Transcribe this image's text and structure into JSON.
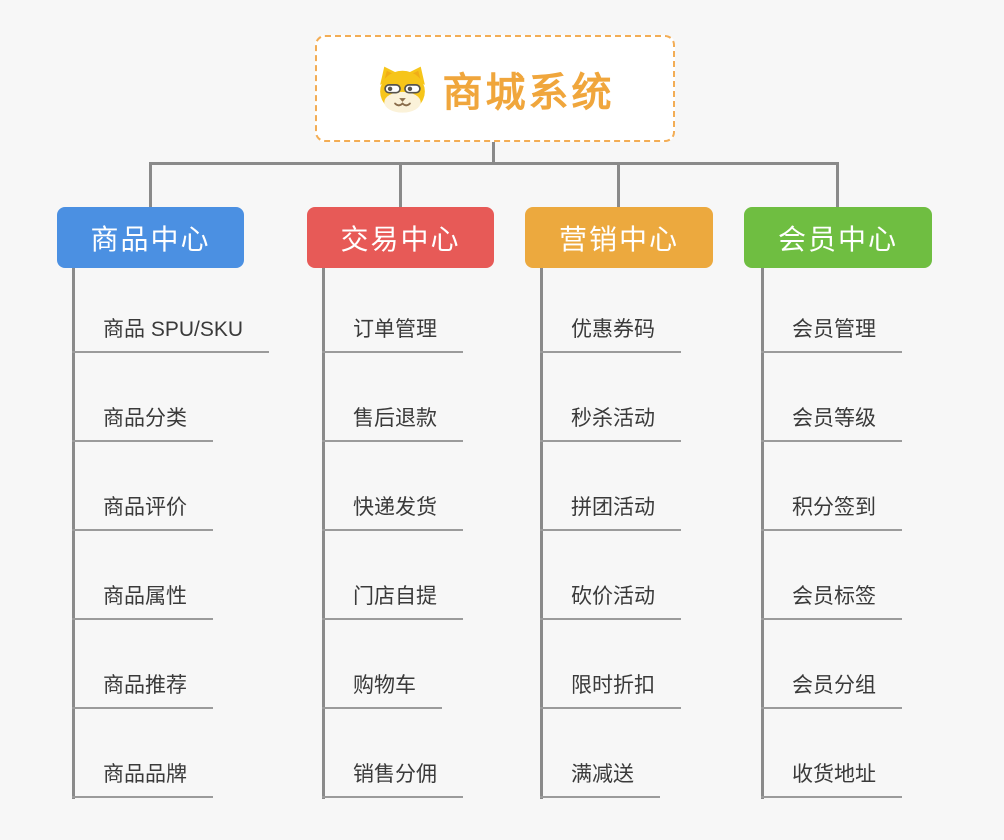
{
  "root": {
    "label": "商城系统",
    "icon": "dog-face-icon",
    "text_color": "#F0A63C",
    "border_color": "#F3AD55"
  },
  "branches": [
    {
      "label": "商品中心",
      "color": "#4B90E2",
      "items": [
        "商品 SPU/SKU",
        "商品分类",
        "商品评价",
        "商品属性",
        "商品推荐",
        "商品品牌"
      ]
    },
    {
      "label": "交易中心",
      "color": "#E75A57",
      "items": [
        "订单管理",
        "售后退款",
        "快递发货",
        "门店自提",
        "购物车",
        "销售分佣"
      ]
    },
    {
      "label": "营销中心",
      "color": "#ECA93E",
      "items": [
        "优惠券码",
        "秒杀活动",
        "拼团活动",
        "砍价活动",
        "限时折扣",
        "满减送"
      ]
    },
    {
      "label": "会员中心",
      "color": "#6FBE41",
      "items": [
        "会员管理",
        "会员等级",
        "积分签到",
        "会员标签",
        "会员分组",
        "收货地址"
      ]
    }
  ],
  "connector_color": "#8A8A8A",
  "underline_color": "#9B9B9B",
  "leaf_text_color": "#3A3A3A",
  "background_color": "#F7F7F7"
}
